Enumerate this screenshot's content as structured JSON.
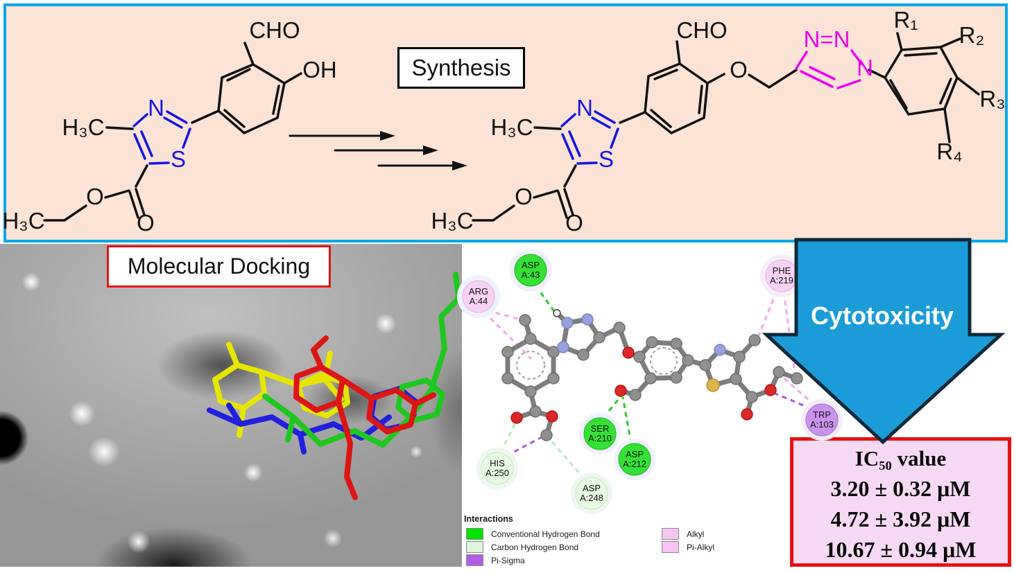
{
  "colors": {
    "panel_bg": "#fbe3d5",
    "panel_border": "#00a8e8",
    "thiazole_blue": "#1414e6",
    "triazole_magenta": "#ee00ee",
    "arrow_fill": "#1b9cd8",
    "arrow_stroke": "#0e2a3a",
    "ic50_bg": "#f6daf3",
    "red_border": "#e81111",
    "hbond_green": "#00e400",
    "carbon_hbond_green": "#dcf5dc",
    "pi_sigma_purple": "#b35de6",
    "alkyl_pink": "#f8c4f4"
  },
  "synthesis": {
    "label": "Synthesis",
    "reactant": {
      "cho": "CHO",
      "oh": "OH",
      "n": "N",
      "s": "S",
      "methyl": "H₃C",
      "ethyl_ch3": "H₃C",
      "ester_o_single": "O",
      "ester_o_double": "O"
    },
    "product": {
      "cho": "CHO",
      "ether_o": "O",
      "n": "N",
      "s": "S",
      "methyl": "H₃C",
      "ethyl_ch3": "H₃C",
      "ester_o_single": "O",
      "ester_o_double": "O",
      "triazole_top": "N=N",
      "triazole_n1": "N",
      "r1": "R₁",
      "r2": "R₂",
      "r3": "R₃",
      "r4": "R₄"
    }
  },
  "docking": {
    "label": "Molecular Docking"
  },
  "interaction_map": {
    "residues": [
      {
        "name": "ASP",
        "id": "A:43"
      },
      {
        "name": "ARG",
        "id": "A:44"
      },
      {
        "name": "PHE",
        "id": "A:219"
      },
      {
        "name": "TRP",
        "id": "A:103"
      },
      {
        "name": "SER",
        "id": "A:210"
      },
      {
        "name": "ASP",
        "id": "A:212"
      },
      {
        "name": "HIS",
        "id": "A:250"
      },
      {
        "name": "ASP",
        "id": "A:248"
      }
    ],
    "legend": {
      "title": "Interactions",
      "items": [
        {
          "label": "Conventional Hydrogen Bond"
        },
        {
          "label": "Carbon Hydrogen Bond"
        },
        {
          "label": "Pi-Sigma"
        },
        {
          "label": "Alkyl"
        },
        {
          "label": "Pi-Alkyl"
        }
      ]
    }
  },
  "cytotoxicity": {
    "label": "Cytotoxicity"
  },
  "ic50": {
    "title": "IC₅₀ value",
    "values": [
      "3.20 ± 0.32 μM",
      "4.72 ± 3.92 μM",
      "10.67 ± 0.94 μM"
    ]
  }
}
